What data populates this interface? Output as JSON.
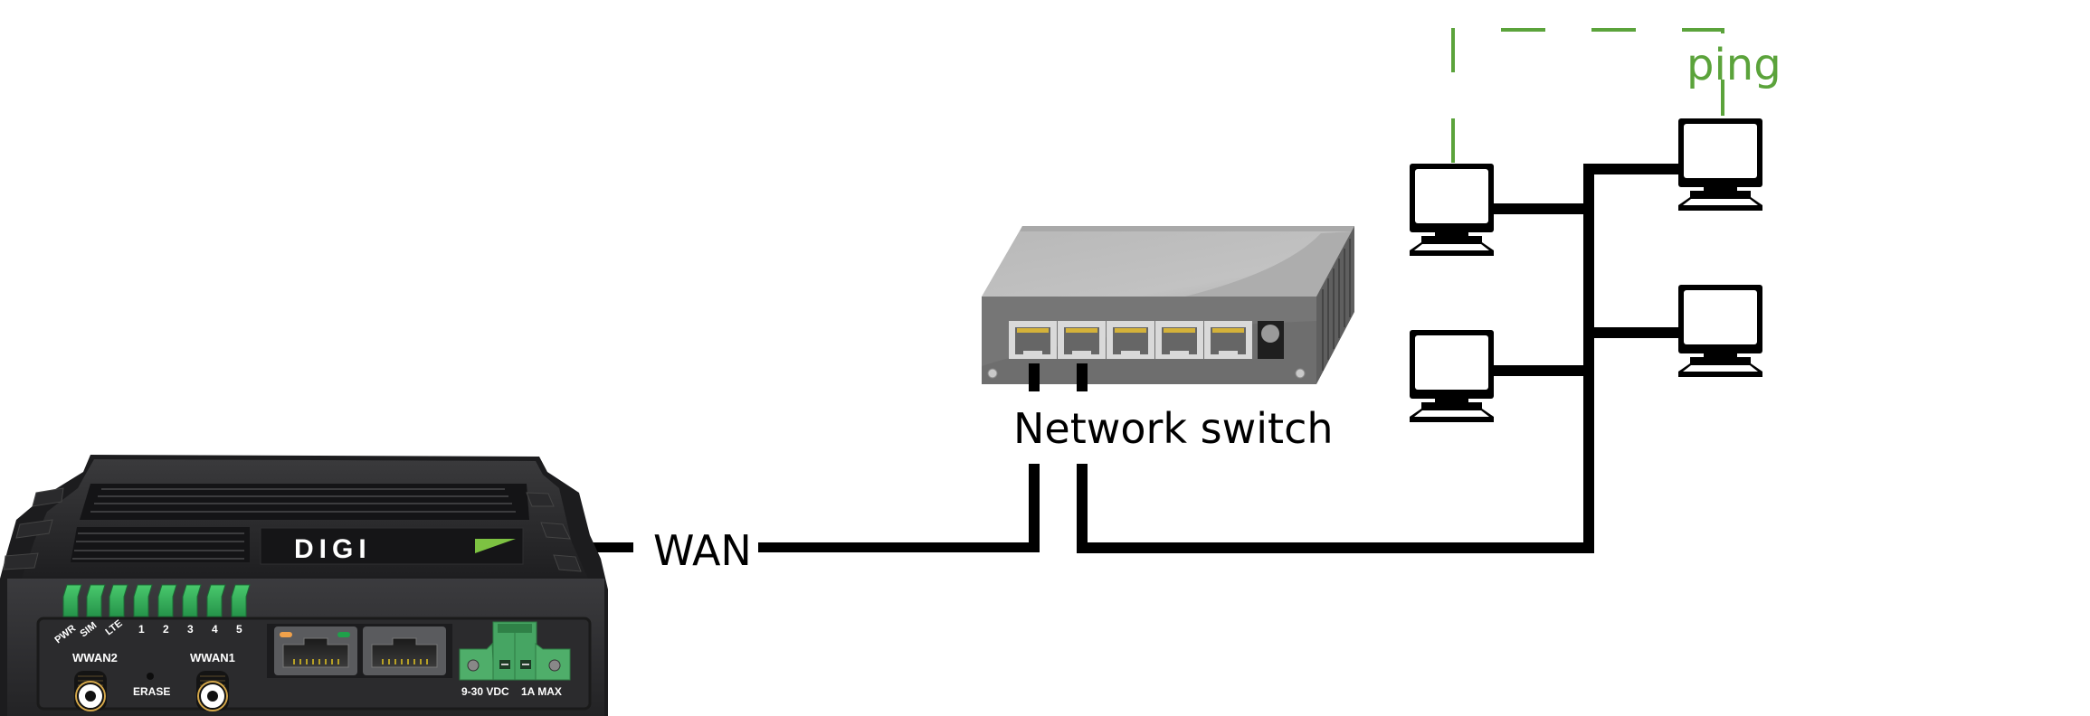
{
  "diagram": {
    "title": "Router WAN connected to network switch with LAN computers and ping test",
    "colors": {
      "wire": "#000000",
      "ping": "#5ba33b",
      "router_body": "#2b2b2d",
      "led_green": "#33b057",
      "switch_body": "#7a7a7a",
      "switch_top": "#bdbdbd",
      "terminal_green": "#4fae6a"
    },
    "labels": {
      "wan": "WAN",
      "network_switch": "Network switch",
      "ping": "ping"
    },
    "router": {
      "brand": "DIGI",
      "led_labels": [
        "PWR",
        "SIM",
        "LTE",
        "1",
        "2",
        "3",
        "4",
        "5"
      ],
      "antenna_labels": {
        "wwan2": "WWAN2",
        "wwan1": "WWAN1"
      },
      "erase_label": "ERASE",
      "power_label": "9-30 VDC",
      "current_label": "1A MAX",
      "ethernet_ports": 2
    },
    "switch": {
      "port_count": 5,
      "connected_ports": [
        1,
        2
      ]
    },
    "computers": [
      {
        "id": "pc-top-left",
        "ping_endpoint": true
      },
      {
        "id": "pc-top-right",
        "ping_endpoint": true
      },
      {
        "id": "pc-bottom-left",
        "ping_endpoint": false
      },
      {
        "id": "pc-bottom-right",
        "ping_endpoint": false
      }
    ],
    "connections": [
      {
        "from": "router",
        "to": "switch-port-1",
        "label": "WAN"
      },
      {
        "from": "switch-port-2",
        "to": "lan-bus"
      },
      {
        "from": "lan-bus",
        "to": "pc-top-left"
      },
      {
        "from": "lan-bus",
        "to": "pc-top-right"
      },
      {
        "from": "lan-bus",
        "to": "pc-bottom-left"
      },
      {
        "from": "lan-bus",
        "to": "pc-bottom-right"
      },
      {
        "from": "pc-top-left",
        "to": "pc-top-right",
        "label": "ping",
        "style": "dashed"
      }
    ]
  }
}
